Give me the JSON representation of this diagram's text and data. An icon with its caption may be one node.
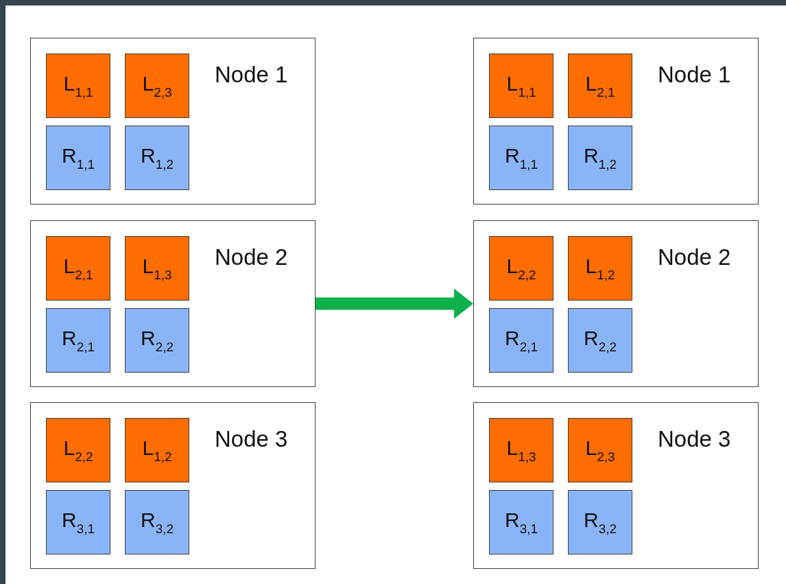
{
  "diagram": {
    "nodes": [
      {
        "text": [
          "Node 1"
        ]
      },
      {
        "text": [
          "L$_{1,1}$"
        ],
        "in": 0
      },
      {
        "text": [
          "L$_{2,3}$"
        ],
        "in": 0
      },
      {
        "text": [
          "R$_{1,1}$"
        ],
        "in": 0
      },
      {
        "text": [
          "R$_{1,2}$"
        ],
        "in": 0
      },
      {
        "text": [
          "Node 2"
        ]
      },
      {
        "text": [
          "L$_{2,1}$"
        ],
        "in": 5
      },
      {
        "text": [
          "L$_{1,3}$"
        ],
        "in": 5
      },
      {
        "text": [
          "R$_{2,1}$"
        ],
        "in": 5
      },
      {
        "text": [
          "R$_{2,2}$"
        ],
        "in": 5
      },
      {
        "text": [
          "Node 3"
        ]
      },
      {
        "text": [
          "L$_{2,2}$"
        ],
        "in": 10
      },
      {
        "text": [
          "L$_{1,2}$"
        ],
        "in": 10
      },
      {
        "text": [
          "R$_{3,1}$"
        ],
        "in": 10
      },
      {
        "text": [
          "R$_{3,2}$"
        ],
        "in": 10
      },
      {
        "text": [
          "Node 1"
        ]
      },
      {
        "text": [
          "L$_{1,1}$"
        ],
        "in": 15
      },
      {
        "text": [
          "L$_{2,1}$"
        ],
        "in": 15
      },
      {
        "text": [
          "R$_{1,1}$"
        ],
        "in": 15
      },
      {
        "text": [
          "R$_{1,2}$"
        ],
        "in": 15
      },
      {
        "text": [
          "Node 2"
        ]
      },
      {
        "text": [
          "L$_{2,2}$"
        ],
        "in": 20
      },
      {
        "text": [
          "L$_{1,2}$"
        ],
        "in": 20
      },
      {
        "text": [
          "R$_{2,1}$"
        ],
        "in": 20
      },
      {
        "text": [
          "R$_{2,2}$"
        ],
        "in": 20
      },
      {
        "text": [
          "Node 3"
        ]
      },
      {
        "text": [
          "L$_{1,3}$"
        ],
        "in": 25
      },
      {
        "text": [
          "L$_{2,3}$"
        ],
        "in": 25
      },
      {
        "text": [
          "R$_{3,1}$"
        ],
        "in": 25
      },
      {
        "text": [
          "R$_{3,2}$"
        ],
        "in": 25
      }
    ],
    "edges": [
      {
        "from": 5,
        "to": 20,
        "arrow": "to",
        "color": "#0db14b"
      }
    ]
  }
}
